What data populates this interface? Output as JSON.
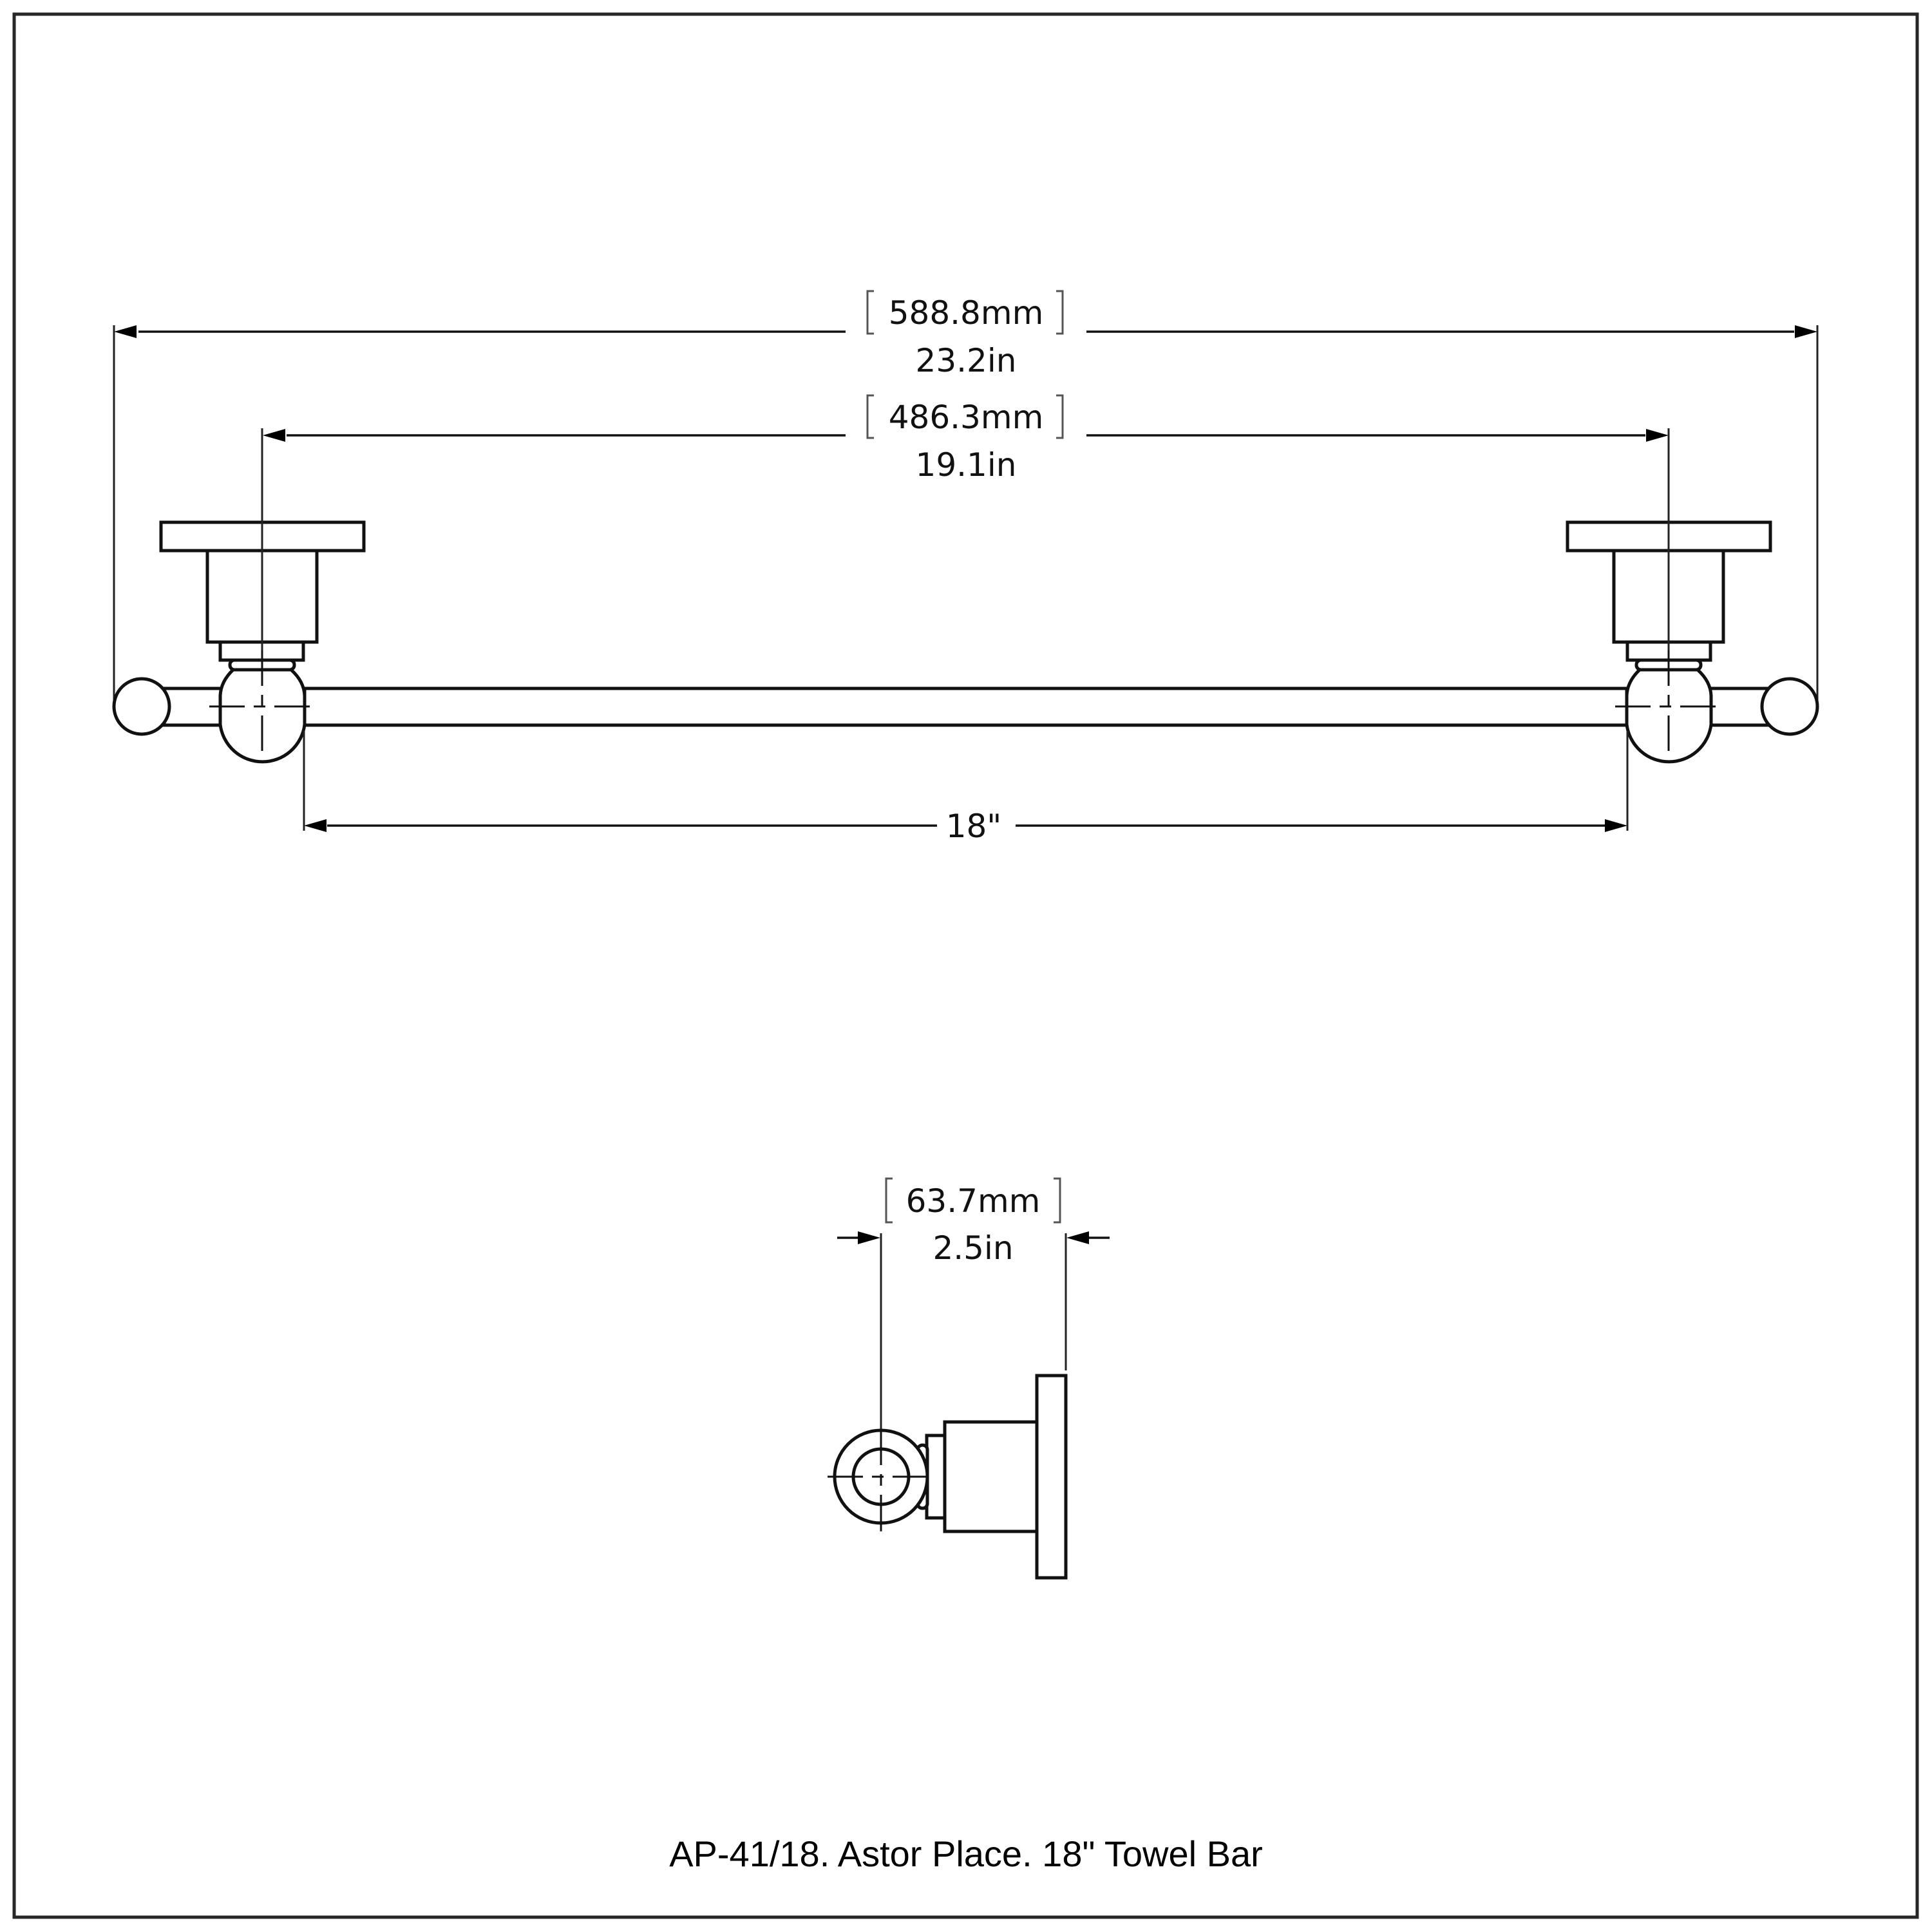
{
  "drawing": {
    "title": "AP-41/18. Astor Place. 18\" Towel Bar",
    "border_color": "#262626",
    "line_color": "#111111",
    "background": "#ffffff"
  },
  "front_view": {
    "overall_width": {
      "mm": "588.8mm",
      "in": "23.2in"
    },
    "mount_center_spacing": {
      "mm": "486.3mm",
      "in": "19.1in"
    },
    "bar_length": {
      "label": "18\""
    }
  },
  "side_view": {
    "projection": {
      "mm": "63.7mm",
      "in": "2.5in"
    }
  }
}
